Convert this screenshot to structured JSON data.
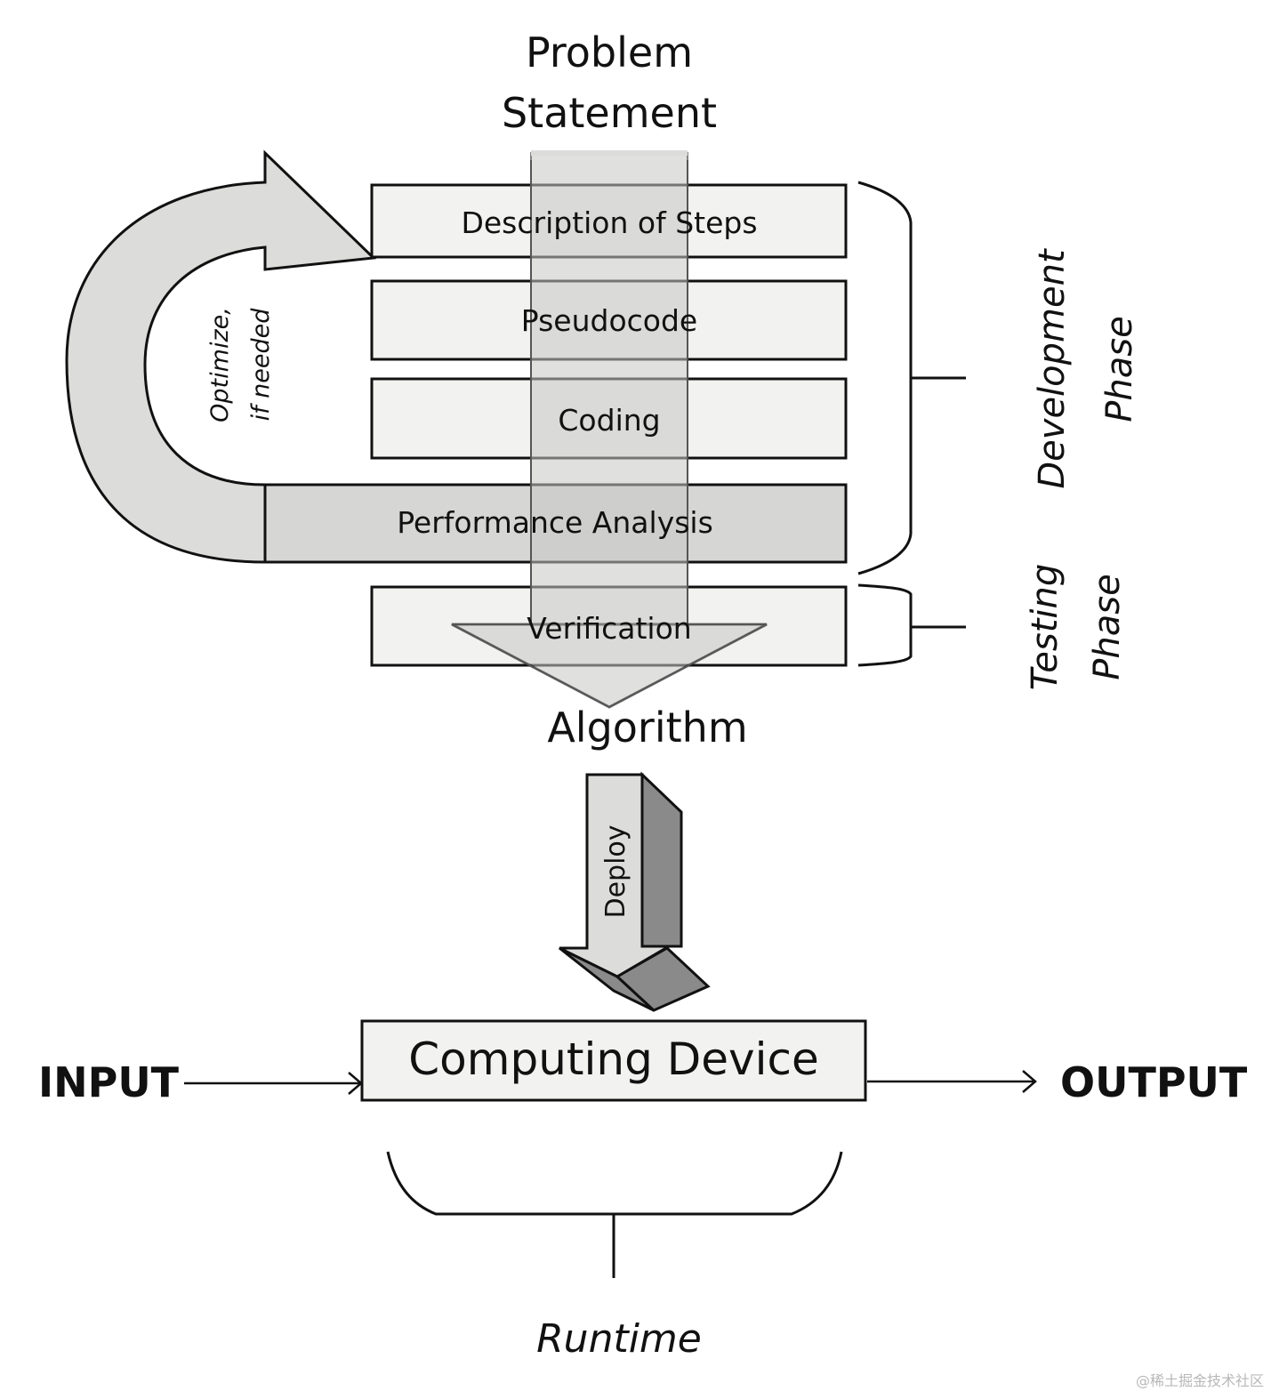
{
  "diagram": {
    "top_label_line1": "Problem",
    "top_label_line2": "Statement",
    "steps": [
      {
        "label": "Description of Steps",
        "highlighted": false
      },
      {
        "label": "Pseudocode",
        "highlighted": false
      },
      {
        "label": "Coding",
        "highlighted": false
      },
      {
        "label": "Performance Analysis",
        "highlighted": true
      },
      {
        "label": "Verification",
        "highlighted": false
      }
    ],
    "loop_arrow_label_line1": "Optimize,",
    "loop_arrow_label_line2": "if needed",
    "phases": {
      "development_line1": "Development",
      "development_line2": "Phase",
      "testing_line1": "Testing",
      "testing_line2": "Phase"
    },
    "result_label": "Algorithm",
    "deploy_label": "Deploy",
    "device_label": "Computing Device",
    "input_label": "INPUT",
    "output_label": "OUTPUT",
    "runtime_label": "Runtime",
    "watermark": "@稀土掘金技术社区",
    "colors": {
      "box_fill": "#f2f2f0",
      "highlight_fill": "#d6d6d4",
      "arrow_fill": "#dcdcda",
      "shadow_fill": "#8a8a8a",
      "stroke": "#111111"
    }
  }
}
